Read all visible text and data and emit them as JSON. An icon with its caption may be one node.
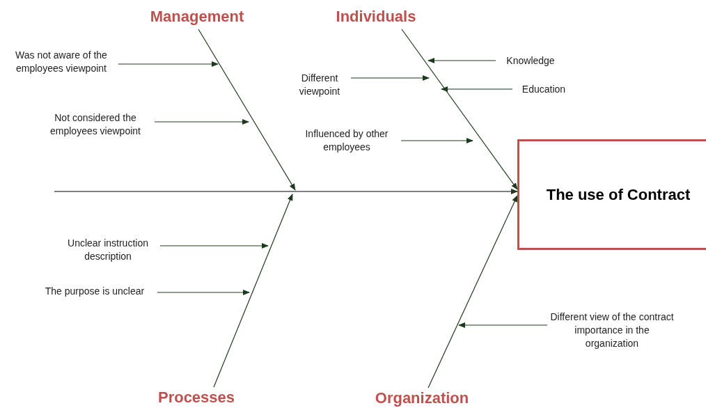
{
  "diagram": {
    "nodes": [
      {
        "text": [
          "Management"
        ]
      },
      {
        "text": [
          "Individuals"
        ]
      },
      {
        "text": [
          "Processes"
        ]
      },
      {
        "text": [
          "Organization"
        ]
      },
      {
        "text": [
          "The use of Contract"
        ]
      },
      {
        "text": [
          "Was not aware of the employees viewpoint"
        ]
      },
      {
        "text": [
          "Not considered the employees viewpoint"
        ]
      },
      {
        "text": [
          "Different viewpoint"
        ]
      },
      {
        "text": [
          "Knowledge"
        ]
      },
      {
        "text": [
          "Education"
        ]
      },
      {
        "text": [
          "Influenced by other employees"
        ]
      },
      {
        "text": [
          "Unclear instruction description"
        ]
      },
      {
        "text": [
          "The purpose is unclear"
        ]
      },
      {
        "text": [
          "Different view of  the contract importance in the organization"
        ]
      }
    ],
    "edges": [
      {
        "from": null,
        "to": 4,
        "arrow": "to"
      },
      {
        "from": 0,
        "to": null,
        "arrow": "to"
      },
      {
        "from": 1,
        "to": 4,
        "arrow": "to"
      },
      {
        "from": 2,
        "to": null,
        "arrow": "to"
      },
      {
        "from": 3,
        "to": 4,
        "arrow": "to"
      },
      {
        "from": 5,
        "to": null,
        "arrow": "to"
      },
      {
        "from": 6,
        "to": null,
        "arrow": "to"
      },
      {
        "from": 7,
        "to": null,
        "arrow": "to"
      },
      {
        "from": 8,
        "to": null,
        "arrow": "to"
      },
      {
        "from": 9,
        "to": null,
        "arrow": "to"
      },
      {
        "from": 10,
        "to": null,
        "arrow": "to"
      },
      {
        "from": 11,
        "to": null,
        "arrow": "to"
      },
      {
        "from": 12,
        "to": null,
        "arrow": "to"
      },
      {
        "from": 13,
        "to": null,
        "arrow": "to"
      }
    ]
  }
}
